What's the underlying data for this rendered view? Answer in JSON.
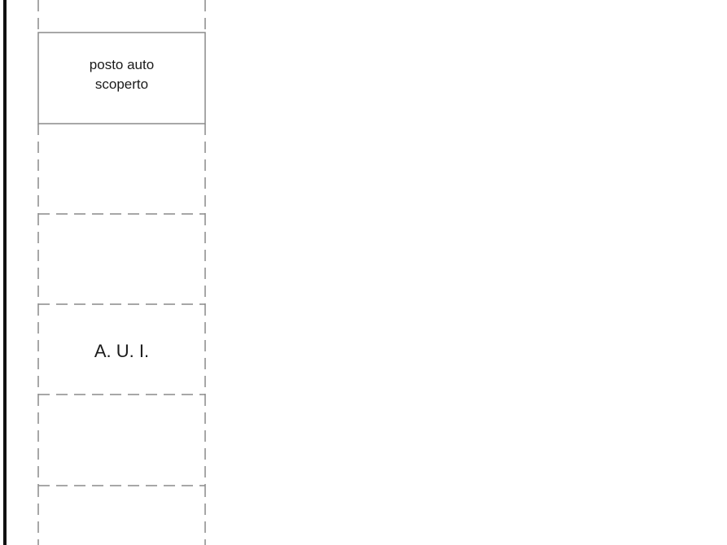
{
  "cells": [
    {
      "id": "cell-top-partial",
      "border": "dashed",
      "label": ""
    },
    {
      "id": "cell-parking",
      "border": "solid",
      "label_lines": [
        "posto auto",
        "scoperto"
      ]
    },
    {
      "id": "cell-empty-1",
      "border": "dashed",
      "label": ""
    },
    {
      "id": "cell-empty-2",
      "border": "dashed",
      "label": ""
    },
    {
      "id": "cell-aui",
      "border": "dashed",
      "label": "A. U. I."
    },
    {
      "id": "cell-empty-3",
      "border": "dashed",
      "label": ""
    },
    {
      "id": "cell-bottom-partial",
      "border": "dashed",
      "label": ""
    }
  ],
  "colors": {
    "line": "#8a8a8a",
    "text": "#1a1a1a",
    "frame": "#111111",
    "background": "#ffffff"
  }
}
